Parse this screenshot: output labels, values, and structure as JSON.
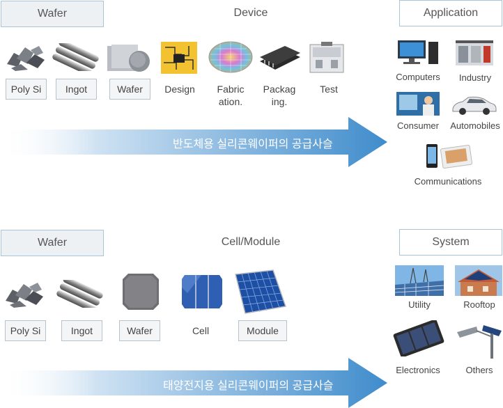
{
  "section1": {
    "wafer_header": "Wafer",
    "device_header": "Device",
    "application_header": "Application",
    "items": [
      "Poly Si",
      "Ingot",
      "Wafer",
      "Design",
      "Fabric\nation.",
      "Packag\ning.",
      "Test"
    ],
    "arrow_text": "반도체용 실리콘웨이퍼의 공급사슬",
    "applications": [
      "Computers",
      "Industry",
      "Consumer",
      "Automobiles",
      "Communications"
    ]
  },
  "section2": {
    "wafer_header": "Wafer",
    "cell_header": "Cell/Module",
    "system_header": "System",
    "items": [
      "Poly Si",
      "Ingot",
      "Wafer",
      "Cell",
      "Module"
    ],
    "arrow_text": "태양전지용 실리콘웨이퍼의 공급사슬",
    "systems": [
      "Utility",
      "Rooftop",
      "Electronics",
      "Others"
    ]
  },
  "colors": {
    "border": "#a9c3d9",
    "arrow": "#4f95cf",
    "header_bg": "#eef1f4"
  }
}
